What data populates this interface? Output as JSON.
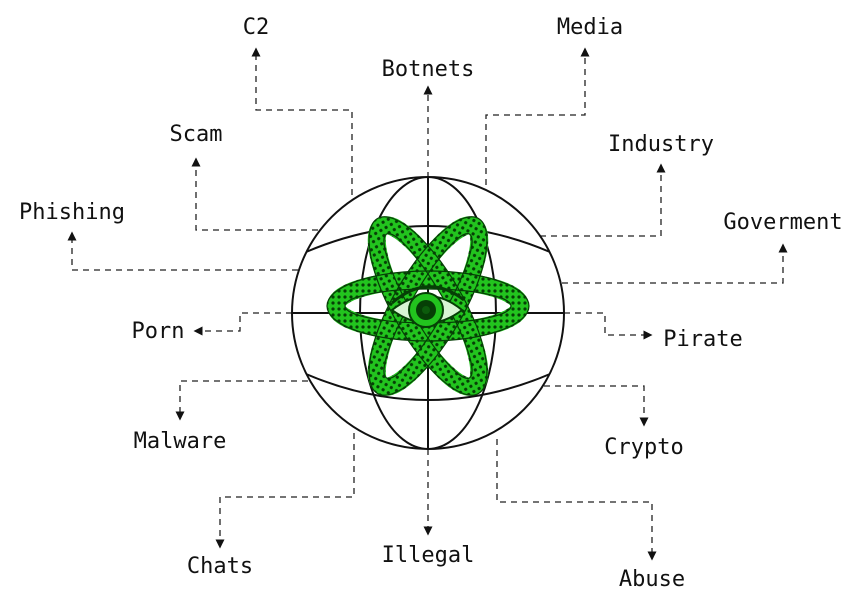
{
  "colors": {
    "ink": "#111111",
    "emblem_green": "#22c41e",
    "emblem_dark": "#063f06",
    "background": "#ffffff"
  },
  "center_icon": "atom-eye-emblem",
  "labels": {
    "c2": "C2",
    "media": "Media",
    "botnets": "Botnets",
    "scam": "Scam",
    "industry": "Industry",
    "phishing": "Phishing",
    "goverment": "Goverment",
    "porn": "Porn",
    "pirate": "Pirate",
    "malware": "Malware",
    "crypto": "Crypto",
    "chats": "Chats",
    "illegal": "Illegal",
    "abuse": "Abuse"
  }
}
